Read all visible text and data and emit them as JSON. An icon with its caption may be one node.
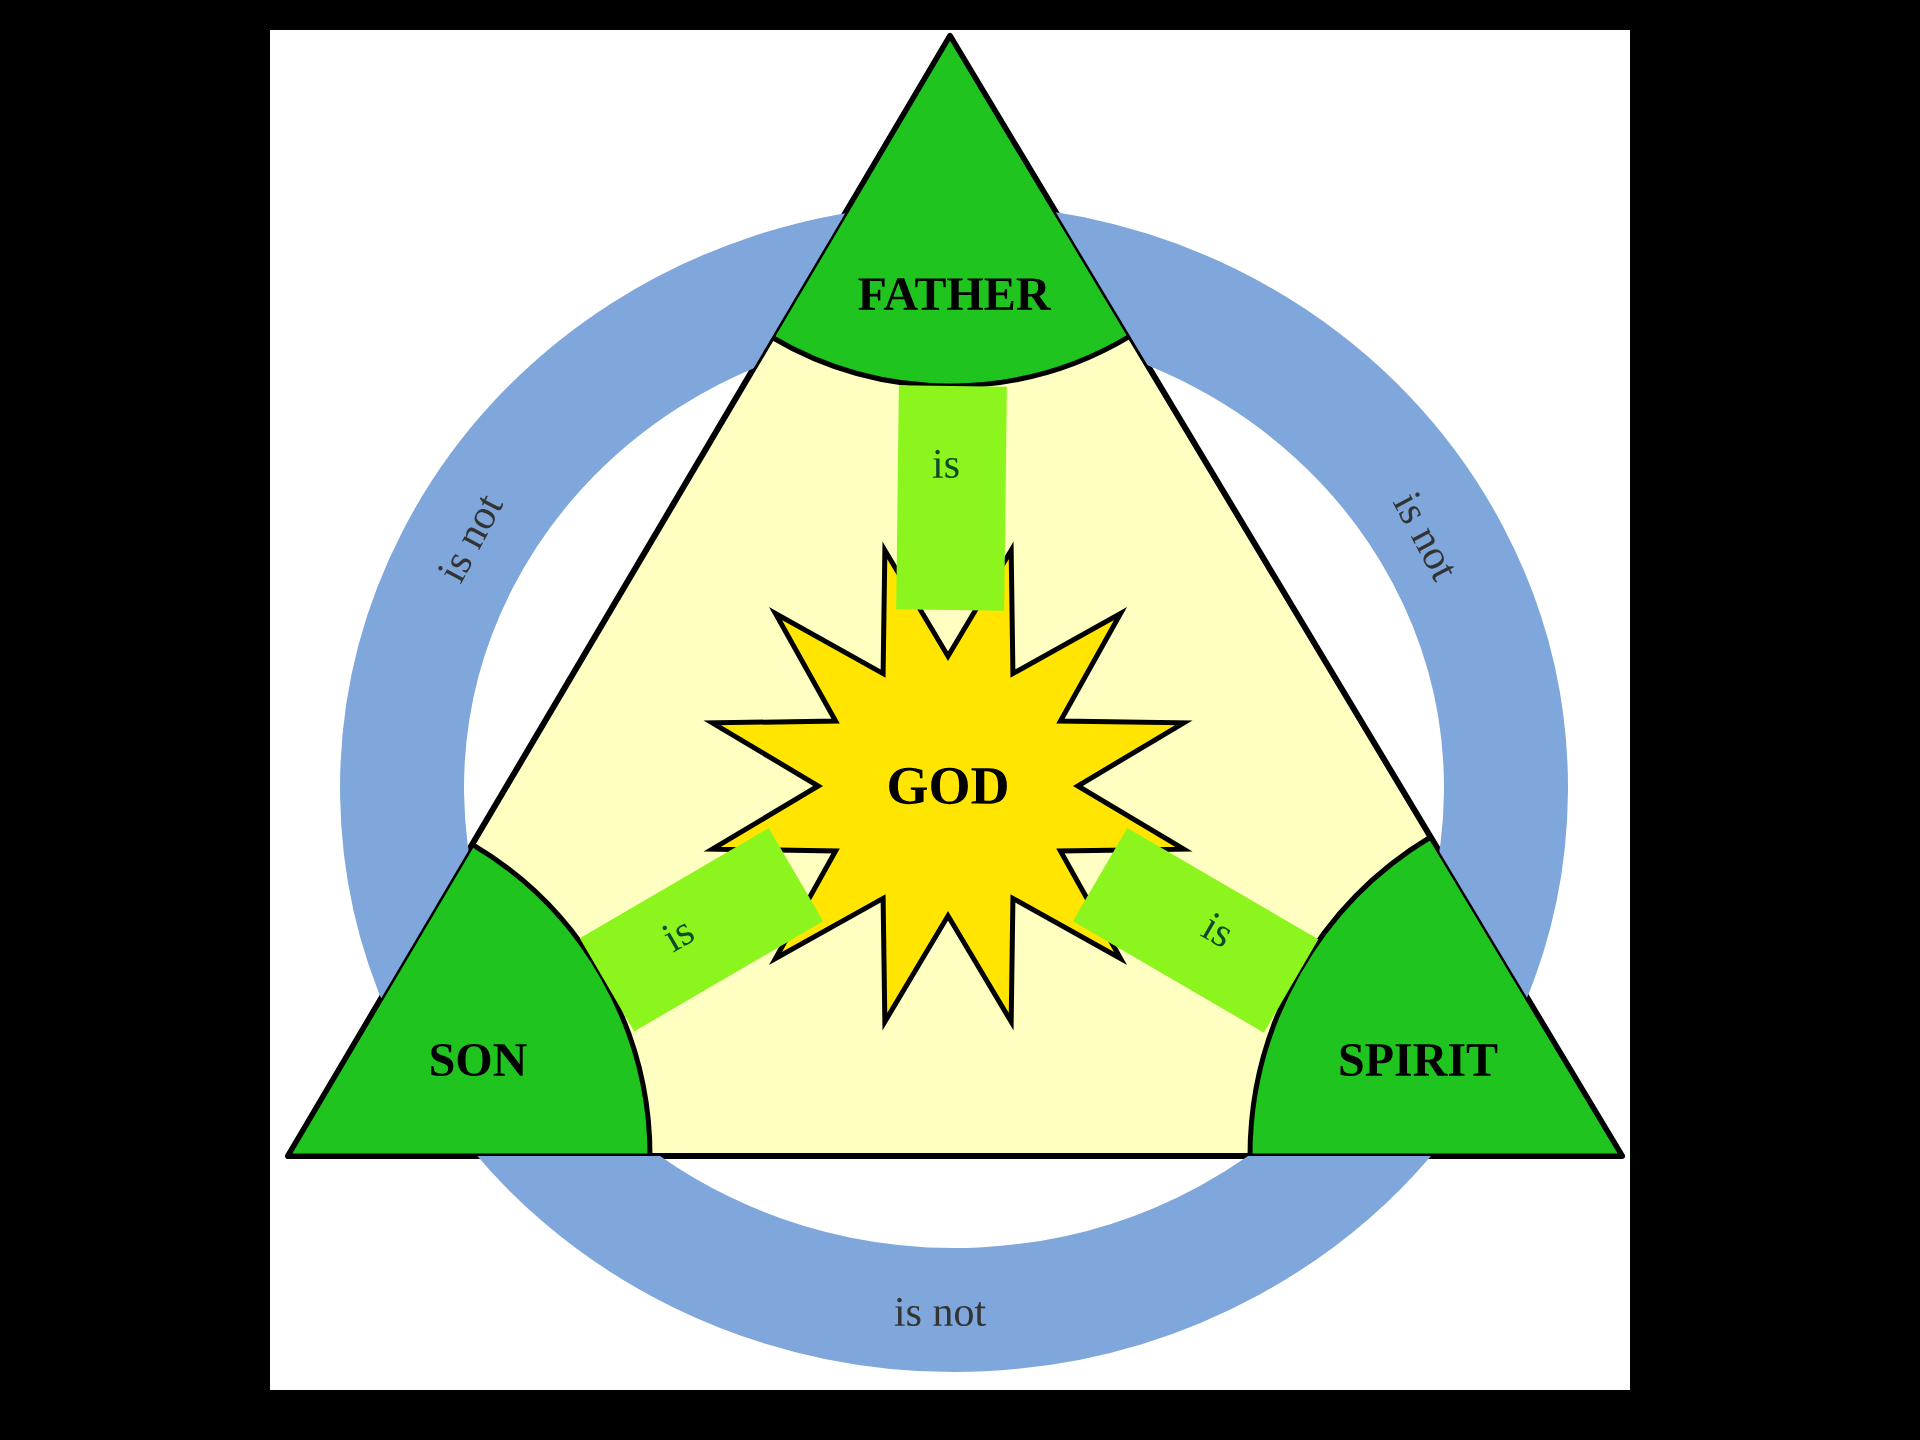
{
  "diagram": {
    "nodes": [
      {
        "text": [
          "FATHER"
        ]
      },
      {
        "text": [
          "SON"
        ]
      },
      {
        "text": [
          "SPIRIT"
        ]
      },
      {
        "text": [
          "GOD"
        ]
      }
    ],
    "edges": [
      {
        "from": 0,
        "to": 3,
        "label": "is",
        "arrow": "none",
        "color": "#8cf51e"
      },
      {
        "from": 1,
        "to": 3,
        "label": "is",
        "arrow": "none",
        "color": "#8cf51e"
      },
      {
        "from": 2,
        "to": 3,
        "label": "is",
        "arrow": "none",
        "color": "#8cf51e"
      },
      {
        "from": 0,
        "to": 1,
        "label": "is not",
        "arrow": "none",
        "color": "#7fa7dc"
      },
      {
        "from": 0,
        "to": 2,
        "label": "is not",
        "arrow": "none",
        "color": "#7fa7dc"
      },
      {
        "from": 1,
        "to": 2,
        "label": "is not",
        "arrow": "none",
        "color": "#7fa7dc"
      }
    ]
  }
}
